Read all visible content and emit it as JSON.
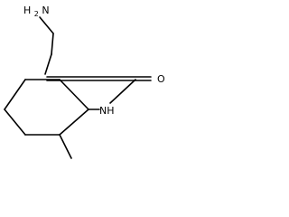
{
  "molecule": {
    "atoms": {
      "amino_group": {
        "main": "H",
        "subscript": "2",
        "suffix": "N"
      },
      "amide_nitrogen": "NH",
      "carbonyl_oxygen": "O"
    },
    "colors": {
      "bond": "#000000",
      "label": "#000000",
      "background": "#ffffff"
    }
  }
}
